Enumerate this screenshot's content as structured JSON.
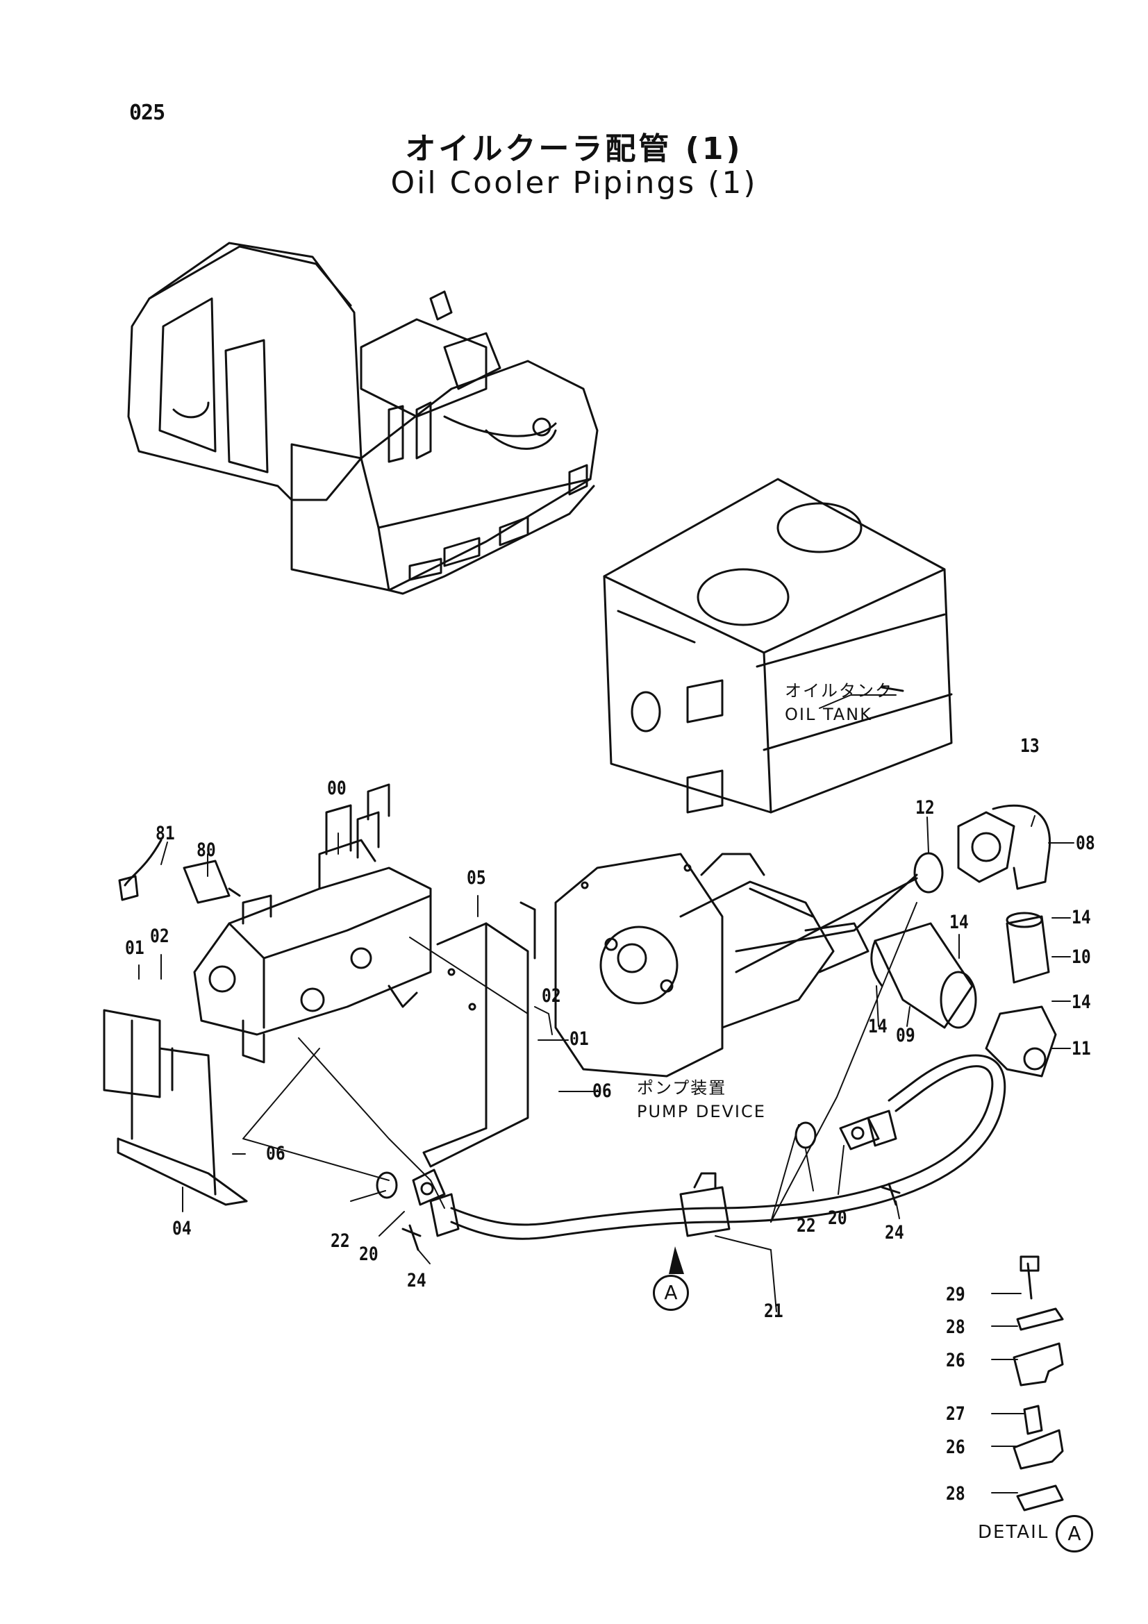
{
  "page": {
    "number": "025",
    "title_jp": "オイルクーラ配管 (1)",
    "title_en": "Oil Cooler Pipings (1)"
  },
  "notes": {
    "oil_tank_jp": "オイルタンク",
    "oil_tank_en": "OIL TANK",
    "pump_jp": "ポンプ装置",
    "pump_en": "PUMP DEVICE",
    "detail_label": "DETAIL",
    "detail_ref": "A",
    "callout_ref": "A"
  },
  "part_labels": [
    "00",
    "81",
    "80",
    "01",
    "02",
    "05",
    "02",
    "01",
    "06",
    "06",
    "04",
    "22",
    "20",
    "24",
    "22",
    "20",
    "24",
    "21",
    "12",
    "13",
    "08",
    "14",
    "14",
    "10",
    "14",
    "14",
    "09",
    "11",
    "29",
    "28",
    "26",
    "27",
    "26",
    "28"
  ]
}
